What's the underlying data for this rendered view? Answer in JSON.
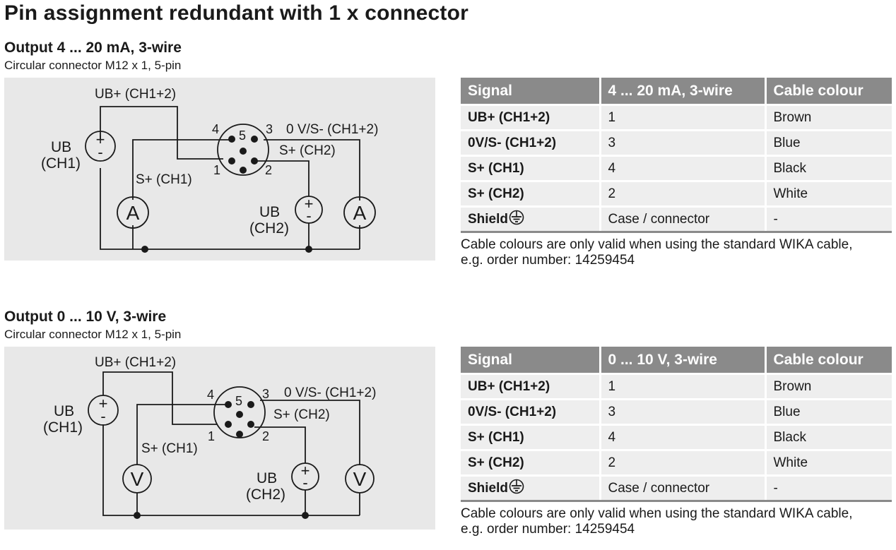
{
  "page_title": "Pin assignment redundant with 1 x connector",
  "sections": [
    {
      "title": "Output 4 ... 20 mA, 3-wire",
      "subtitle": "Circular connector M12 x 1, 5-pin",
      "diagram": {
        "supply_top_label": "UB+ (CH1+2)",
        "ground_label": "0 V/S- (CH1+2)",
        "s_ch1_label": "S+ (CH1)",
        "s_ch2_label": "S+ (CH2)",
        "ub_ch1_label_1": "UB",
        "ub_ch1_label_2": "(CH1)",
        "ub_ch2_label_1": "UB",
        "ub_ch2_label_2": "(CH2)",
        "meter_symbol": "A",
        "pin_labels": [
          "1",
          "2",
          "3",
          "4",
          "5"
        ],
        "plus": "+",
        "minus": "-"
      },
      "table": {
        "headers": [
          "Signal",
          "4 ... 20 mA, 3-wire",
          "Cable colour"
        ],
        "rows": [
          [
            "UB+ (CH1+2)",
            "1",
            "Brown"
          ],
          [
            "0V/S- (CH1+2)",
            "3",
            "Blue"
          ],
          [
            "S+ (CH1)",
            "4",
            "Black"
          ],
          [
            "S+ (CH2)",
            "2",
            "White"
          ],
          [
            "Shield",
            "Case / connector",
            "-"
          ]
        ]
      },
      "note_line1": "Cable colours are only valid when using the standard WIKA cable,",
      "note_line2": "e.g. order number: 14259454"
    },
    {
      "title": "Output 0 ... 10 V, 3-wire",
      "subtitle": "Circular connector M12 x 1, 5-pin",
      "diagram": {
        "supply_top_label": "UB+ (CH1+2)",
        "ground_label": "0 V/S- (CH1+2)",
        "s_ch1_label": "S+ (CH1)",
        "s_ch2_label": "S+ (CH2)",
        "ub_ch1_label_1": "UB",
        "ub_ch1_label_2": "(CH1)",
        "ub_ch2_label_1": "UB",
        "ub_ch2_label_2": "(CH2)",
        "meter_symbol": "V",
        "pin_labels": [
          "1",
          "2",
          "3",
          "4",
          "5"
        ],
        "plus": "+",
        "minus": "-"
      },
      "table": {
        "headers": [
          "Signal",
          "0 ... 10 V, 3-wire",
          "Cable colour"
        ],
        "rows": [
          [
            "UB+ (CH1+2)",
            "1",
            "Brown"
          ],
          [
            "0V/S- (CH1+2)",
            "3",
            "Blue"
          ],
          [
            "S+ (CH1)",
            "4",
            "Black"
          ],
          [
            "S+ (CH2)",
            "2",
            "White"
          ],
          [
            "Shield",
            "Case / connector",
            "-"
          ]
        ]
      },
      "note_line1": "Cable colours are only valid when using the standard WIKA cable,",
      "note_line2": "e.g. order number: 14259454"
    }
  ],
  "icons": {
    "shield": "earth-ground-icon"
  },
  "colors": {
    "header_bg": "#8a8a8a",
    "cell_bg": "#eeeeee",
    "diagram_bg": "#e8e8e8"
  }
}
